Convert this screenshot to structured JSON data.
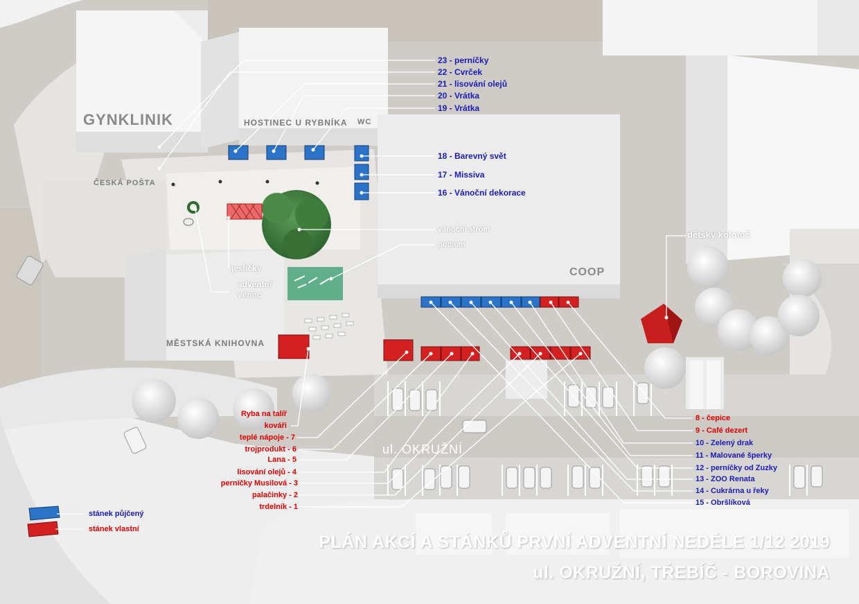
{
  "title": {
    "line1": "PLÁN AKCÍ A STÁNKŮ PRVNÍ ADVENTNÍ NEDĚLE 1/12 2019",
    "line2": "ul. OKRUŽNÍ, TŘEBÍČ - BOROVINA"
  },
  "buildings": {
    "gynklinik": "GYNKLINIK",
    "hostinec": "HOSTINEC U RYBNÍKA",
    "wc": "WC",
    "posta": "ČESKÁ POŠTA",
    "coop": "COOP",
    "knihovna": "MĚSTSKÁ KNIHOVNA",
    "street": "ul. OKRUŽNÍ"
  },
  "stalls_top": [
    "23 - perníčky",
    "22 - Cvrček",
    "21 - lisování olejů",
    "20 - Vrátka",
    "19 - Vrátka",
    "18 - Barevný svět",
    "17 - Missiva",
    "16 - Vánoční dekorace"
  ],
  "features": {
    "tree": "vánoční strom",
    "podium": "podium",
    "carousel": "dětský kolotoč",
    "jeslicky": "jesličky",
    "wreath_line1": "adventní",
    "wreath_line2": "věnec"
  },
  "stalls_left": [
    "Ryba na talíř",
    "kováři",
    "teplé nápoje - 7",
    "trojprodukt - 6",
    "Lana - 5",
    "lisování olejů - 4",
    "perníčky Musilová - 3",
    "palačinky - 2",
    "trdelník - 1"
  ],
  "stalls_right": [
    "8 - čepice",
    "9 - Café dezert",
    "10 - Zelený drak",
    "11 - Malované šperky",
    "12 - perníčky od Zuzky",
    "13 - ZOO Renata",
    "14 - Cukrárna u řeky",
    "15 - Obršlíková"
  ],
  "legend": {
    "borrowed": "stánek půjčený",
    "own": "stánek vlastní"
  },
  "colors": {
    "borrowed_stall": "#2b73c8",
    "own_stall": "#d42020",
    "blue_text": "#1a1ab8",
    "red_text": "#e00000",
    "podium": "#5fb08a",
    "tree": "#3e7a3a"
  }
}
